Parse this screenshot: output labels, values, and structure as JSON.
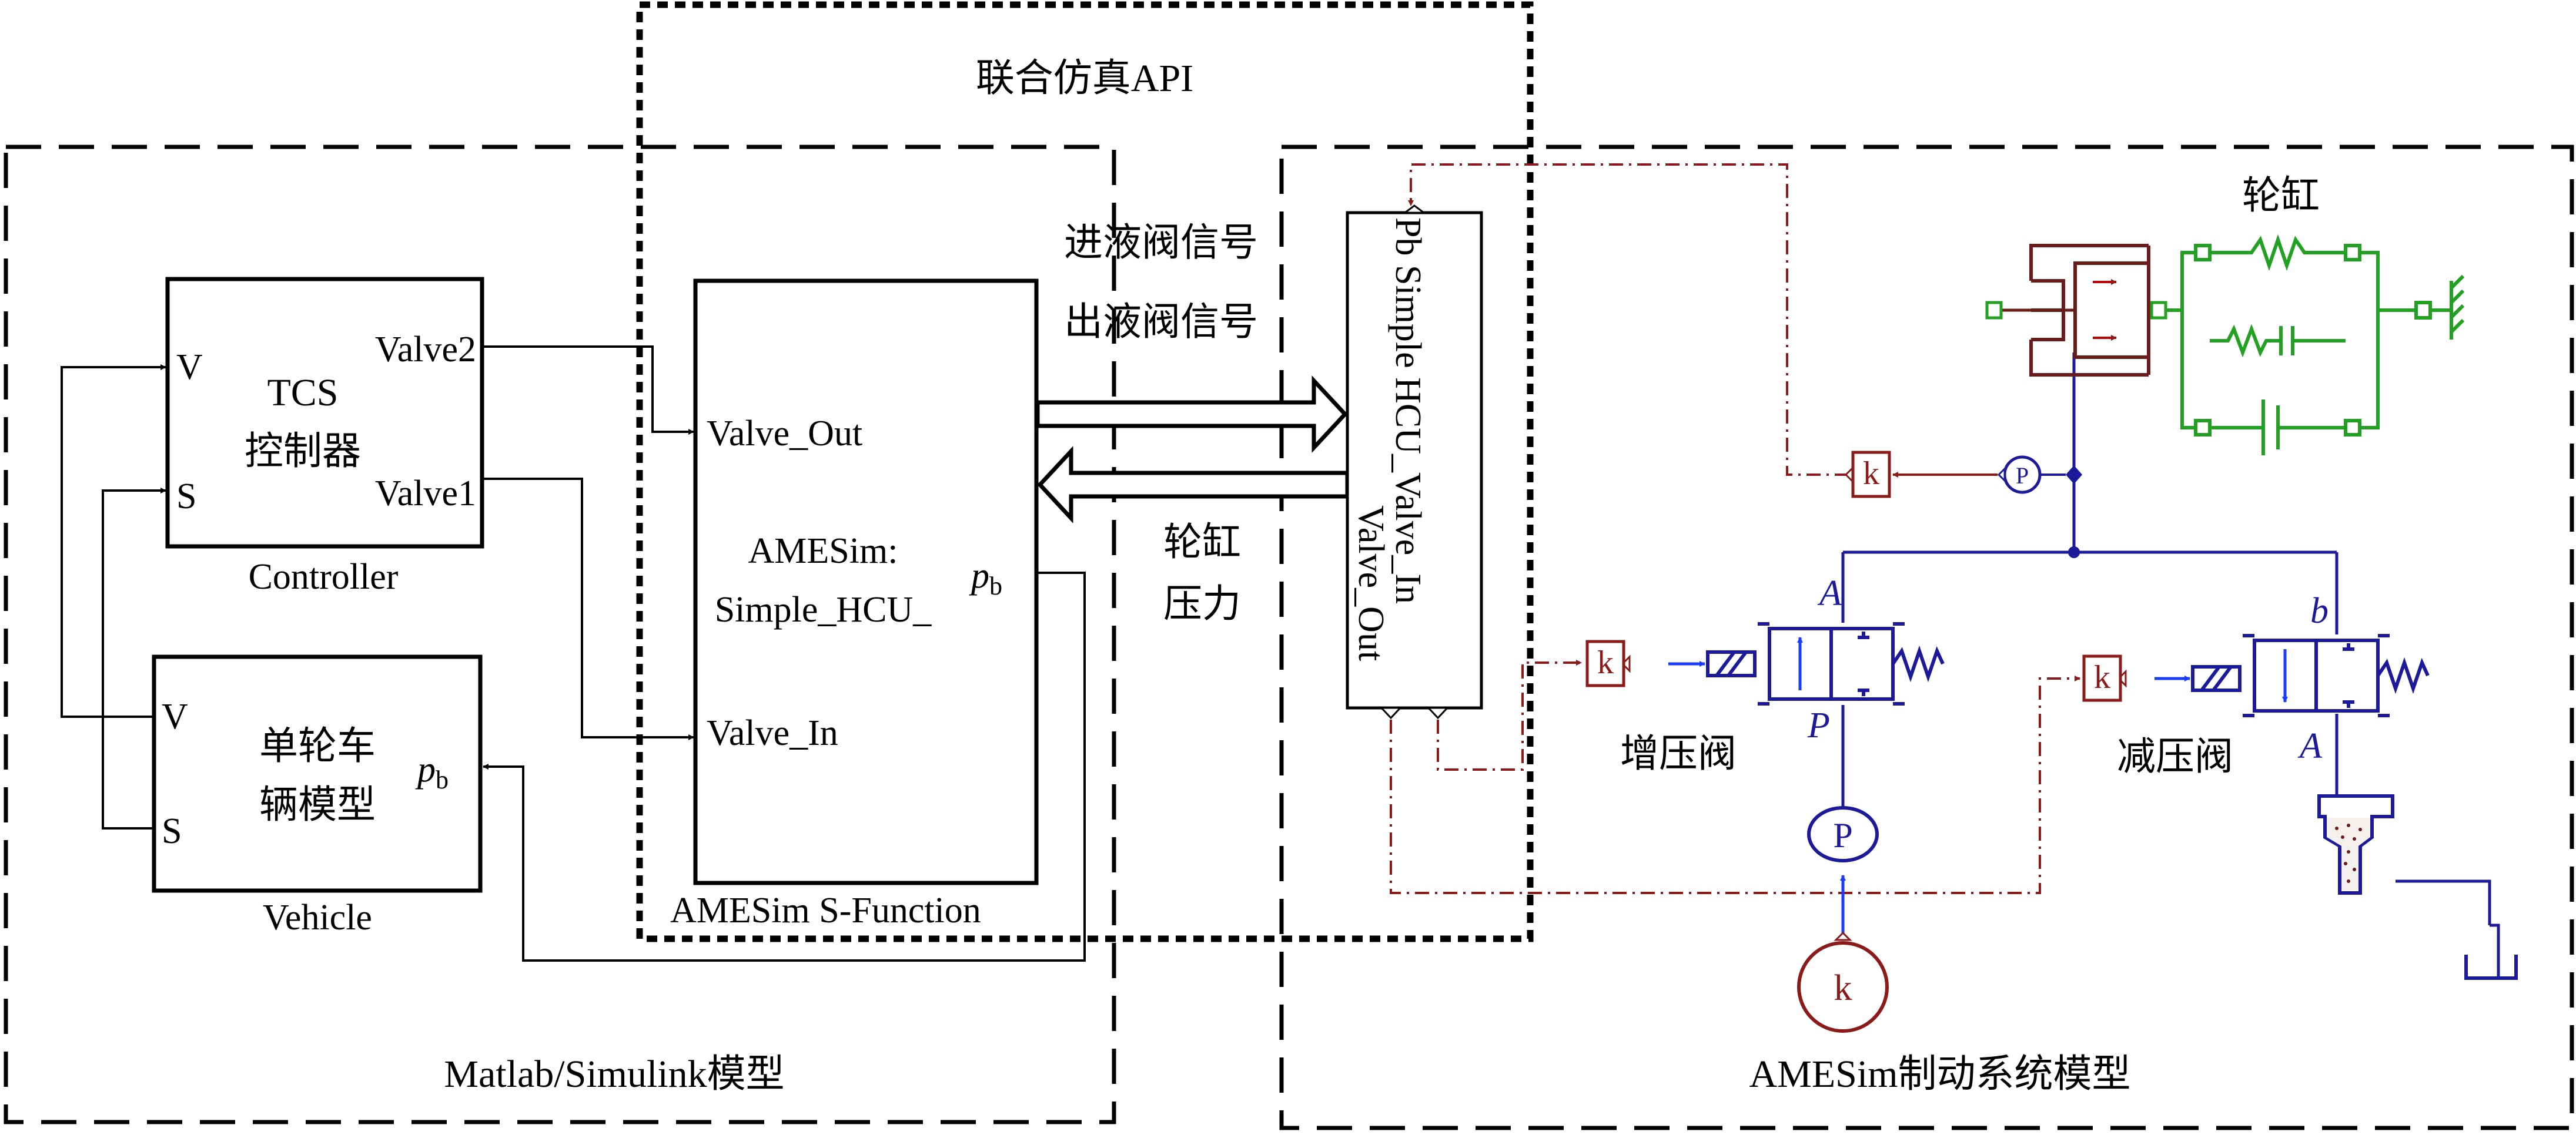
{
  "top_label": "联合仿真API",
  "left_panel": {
    "title": "Matlab/Simulink模型",
    "controller": {
      "caption": "Controller",
      "line1": "TCS",
      "line2": "控制器",
      "port_v": "V",
      "port_s": "S",
      "out_valve2": "Valve2",
      "out_valve1": "Valve1"
    },
    "vehicle": {
      "caption": "Vehicle",
      "line1": "单轮车",
      "line2": "辆模型",
      "port_v": "V",
      "port_s": "S",
      "in_pb_main": "p",
      "in_pb_sub": "b"
    },
    "sfunction": {
      "caption": "AMESim S-Function",
      "port_valve_out": "Valve_Out",
      "port_valve_in": "Valve_In",
      "name_line1": "AMESim:",
      "name_line2": "Simple_HCU_",
      "out_pb_main": "p",
      "out_pb_sub": "b"
    }
  },
  "signals": {
    "inlet_valve": "进液阀信号",
    "outlet_valve": "出液阀信号",
    "wheel_pressure_line1": "轮缸",
    "wheel_pressure_line2": "压力"
  },
  "hcu_block": {
    "line1": "Pb Simple HCU_Valve_In",
    "line2": "Valve_Out"
  },
  "right_panel": {
    "title": "AMESim制动系统模型",
    "wheel_cylinder": "轮缸",
    "inc_valve": "增压阀",
    "dec_valve": "减压阀",
    "gain_k": "k",
    "pump_p": "P",
    "pressure_sensor_p": "P",
    "port_a": "A",
    "port_p": "P",
    "port_b": "b"
  },
  "colors": {
    "hydraulic": "#1a1a9a",
    "signal": "#8b1a1a",
    "mechanical": "#22a022",
    "cylinder": "#6b1a1a",
    "arrow_blue": "#1a3cff"
  }
}
